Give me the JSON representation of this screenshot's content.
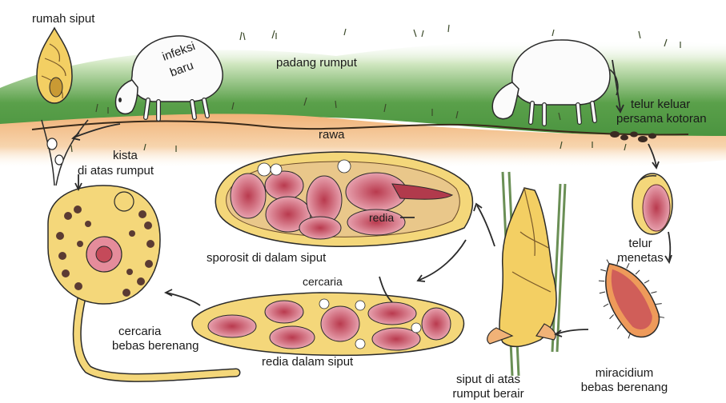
{
  "labels": {
    "snail_house": "rumah siput",
    "new_infection_1": "infeksi",
    "new_infection_2": "baru",
    "grassland": "padang rumput",
    "eggs_out_1": "telur keluar",
    "eggs_out_2": "persama kotoran",
    "swamp": "rawa",
    "cyst_1": "kista",
    "cyst_2": "di atas rumput",
    "redia_inside": "redia",
    "sporocyst": "sporosit di dalam siput",
    "cercaria_inside": "cercaria",
    "egg_hatch_1": "telur",
    "egg_hatch_2": "menetas",
    "free_cercaria_1": "cercaria",
    "free_cercaria_2": "bebas berenang",
    "redia_in_snail": "redia dalam siput",
    "snail_on_grass_1": "siput di atas",
    "snail_on_grass_2": "rumput berair",
    "miracidium_1": "miracidium",
    "miracidium_2": "bebas berenang"
  },
  "colors": {
    "grass_green": "#5aa04a",
    "soil_orange": "#f1b277",
    "snail_yellow": "#f3cf63",
    "body_yellow": "#f4d77a",
    "rust_red": "#c54a5a",
    "pink": "#eaa3ae",
    "dark_spot": "#5b3b33",
    "outline": "#2a2a2a"
  }
}
